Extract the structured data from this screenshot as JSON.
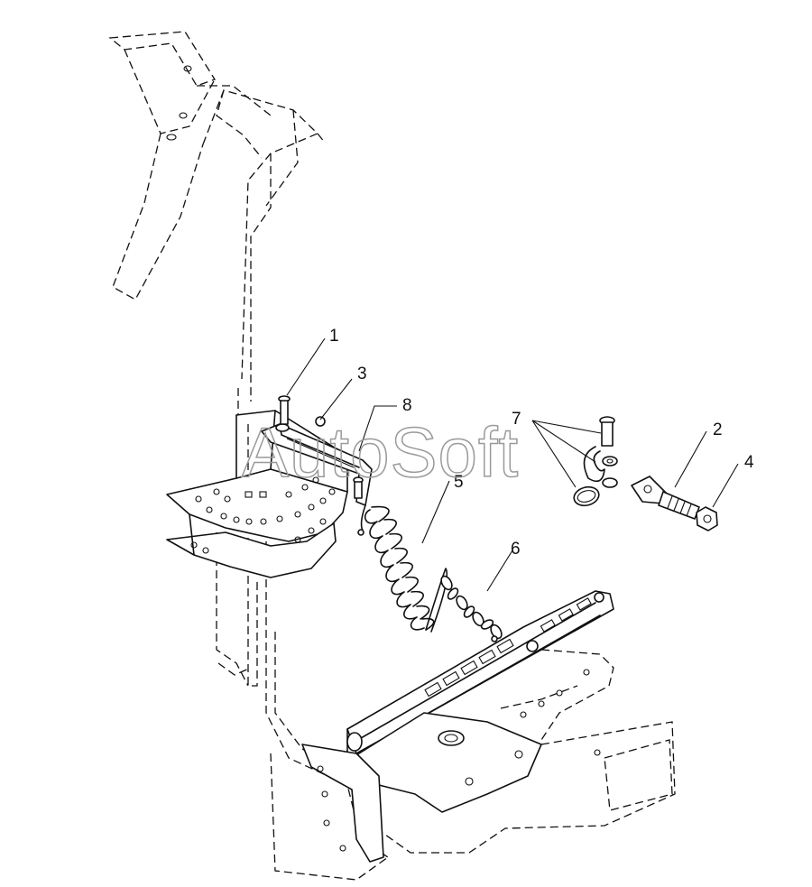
{
  "watermark": "AutoSoft",
  "callouts": [
    {
      "id": "1",
      "label": "1"
    },
    {
      "id": "2",
      "label": "2"
    },
    {
      "id": "3",
      "label": "3"
    },
    {
      "id": "4",
      "label": "4"
    },
    {
      "id": "5",
      "label": "5"
    },
    {
      "id": "6",
      "label": "6"
    },
    {
      "id": "7",
      "label": "7"
    },
    {
      "id": "8",
      "label": "8"
    }
  ]
}
